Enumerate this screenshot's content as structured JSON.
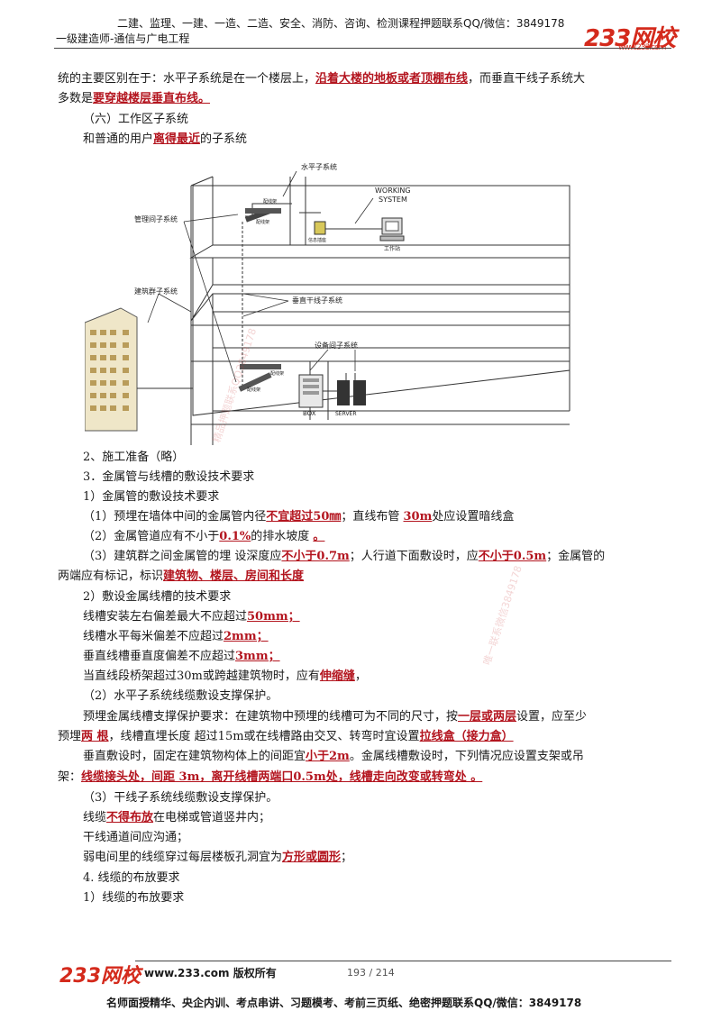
{
  "header": {
    "top": "二建、监理、一建、一造、二造、安全、消防、咨询、检测课程押题联系QQ/微信：3849178",
    "sub": "一级建造师-通信与广电工程",
    "logo": "233网校",
    "logo_url": "www.233.com"
  },
  "body": {
    "p1_a": "统的主要区别在于：水平子系统是在一个楼层上，",
    "p1_hl1": "沿着大楼的地板或者顶棚布线",
    "p1_b": "，而垂直干线子系统大",
    "p2_a": "多数是",
    "p2_hl": "要穿越楼层垂直布线。",
    "p3": "（六）工作区子系统",
    "p4_a": "和普通的用户",
    "p4_hl": "离得最近",
    "p4_b": "的子系统",
    "s2": "2、施工准备（略）",
    "s3": "3．金属管与线槽的敷设技术要求",
    "s31": "1）金属管的敷设技术要求",
    "r1_a": "（1）预埋在墙体中间的金属管内径",
    "r1_hl": "不宜超过50㎜",
    "r1_b": "；直线布管 ",
    "r1_hl2": "30m",
    "r1_c": "处应设置暗线盒",
    "r2_a": "（2）金属管道应有不小于",
    "r2_hl": "0.1%",
    "r2_b": "的排水坡度 ",
    "r2_c": "。",
    "r3_a": "（3）建筑群之间金属管的埋 设深度应",
    "r3_hl": "不小于0.7m",
    "r3_b": "；人行道下面敷设时，应",
    "r3_hl2": "不小于0.5m",
    "r3_c": "；金属管的",
    "r4_a": "两端应有标记，标识",
    "r4_hl": "建筑物、楼层、房间和长度",
    "s32": "2）敷设金属线槽的技术要求",
    "t1_a": "线槽安装左右偏差最大不应超过",
    "t1_hl": "50mm；",
    "t2_a": "线槽水平每米偏差不应超过",
    "t2_hl": "2mm；",
    "t3_a": "垂直线槽垂直度偏差不应超过",
    "t3_hl": "3mm；",
    "t4_a": "当直线段桥架超过30m或跨越建筑物时，应有",
    "t4_hl": "伸缩缝",
    "t4_b": "，",
    "t5": "（2）水平子系统线缆敷设支撑保护。",
    "t6_a": "预埋金属线槽支撑保护要求：在建筑物中预埋的线槽可为不同的尺寸，按",
    "t6_hl": "一层或两层",
    "t6_b": "设置，应至少",
    "t7_a": "预埋",
    "t7_hl": "两 根",
    "t7_b": "，线槽直埋长度 超过15m或在线槽路由交叉、转弯时宜设置",
    "t7_hl2": "拉线盒（接力盒）",
    "t8_a": "垂直敷设时，固定在建筑物构体上的间距宜",
    "t8_hl": "小于2m",
    "t8_b": "。金属线槽敷设时，下列情况应设置支架或吊",
    "t9_a": "架：",
    "t9_hl": "线缆接头处，间距 3m，离开线槽两端口0.5m处，线槽走向改变或转弯处 。",
    "t10": "（3）干线子系统线缆敷设支撑保护。",
    "t11_a": "线缆",
    "t11_hl": "不得布放",
    "t11_b": "在电梯或管道竖井内；",
    "t12": "干线通道间应沟通；",
    "t13_a": "弱电间里的线缆穿过每层楼板孔洞宜为",
    "t13_hl": "方形或圆形",
    "t13_b": "；",
    "s4": "4. 线缆的布放要求",
    "s41": "1）线缆的布放要求"
  },
  "figure": {
    "horizontal": "水平子系统",
    "working_1": "WORKING",
    "working_2": "SYSTEM",
    "mgmt": "管理间子系统",
    "building_group": "建筑群子系统",
    "vertical": "垂直干线子系统",
    "equipment": "设备间子系统",
    "workstation": "工作站",
    "info_outlet": "信息插座",
    "patch_panel_1": "配线架",
    "patch_panel_2": "配线架",
    "patch_panel_3": "配线架",
    "patch_panel_4": "配线架",
    "box": "BOX",
    "server": "SERVER"
  },
  "watermarks": {
    "w1": "精品押题联系QQ3849178",
    "w2": "唯一联系微信3849178"
  },
  "footer": {
    "logo": "233网校",
    "site": "www.233.com 版权所有",
    "page": "193 / 214",
    "ad": "名师面授精华、央企内训、考点串讲、习题模考、考前三页纸、绝密押题联系QQ/微信：3849178"
  }
}
